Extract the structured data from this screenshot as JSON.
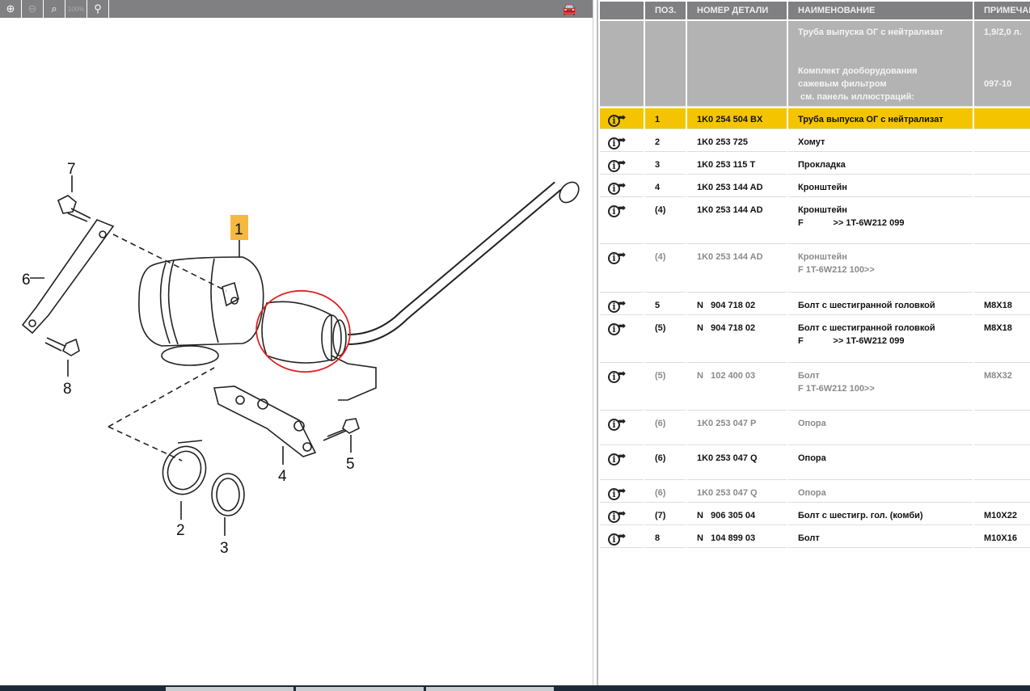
{
  "toolbar": {
    "buttons": [
      {
        "name": "zoom-in-icon",
        "glyph": "⊕",
        "enabled": true
      },
      {
        "name": "zoom-out-icon",
        "glyph": "⊖",
        "enabled": false
      },
      {
        "name": "zoom-area-icon",
        "glyph": "⌕",
        "enabled": true
      },
      {
        "name": "zoom-100-icon",
        "glyph": "100%",
        "enabled": false
      },
      {
        "name": "search-icon",
        "glyph": "⚲",
        "enabled": true
      }
    ],
    "car_icon": "car-icon"
  },
  "diagram": {
    "callouts": [
      "1",
      "2",
      "3",
      "4",
      "5",
      "6",
      "7",
      "8"
    ],
    "highlight_color": "#f5b942",
    "annotation_color": "#e02020"
  },
  "table": {
    "headers": [
      "",
      "ПОЗ.",
      "НОМЕР ДЕТАЛИ",
      "НАИМЕНОВАНИЕ",
      "ПРИМЕЧАН"
    ],
    "group": {
      "name1": "Труба выпуска ОГ с нейтрализат",
      "note1": "1,9/2,0 л.",
      "name2": "Комплект дооборудования",
      "name3": "сажевым фильтром",
      "name4": " см. панель иллюстраций:",
      "note2": "097-10"
    },
    "rows": [
      {
        "pos": "1",
        "part": "1K0 254 504 BX",
        "name": "Труба выпуска ОГ с нейтрализат",
        "sub": "",
        "note": "",
        "style": "sel"
      },
      {
        "pos": "2",
        "part": "1K0 253 725",
        "name": "Хомут",
        "sub": "",
        "note": "",
        "style": ""
      },
      {
        "pos": "3",
        "part": "1K0 253 115 T",
        "name": "Прокладка",
        "sub": "",
        "note": "",
        "style": ""
      },
      {
        "pos": "4",
        "part": "1K0 253 144 AD",
        "name": "Кронштейн",
        "sub": "",
        "note": "",
        "style": ""
      },
      {
        "pos": "(4)",
        "part": "1K0 253 144 AD",
        "name": "Кронштейн",
        "sub": "F            >> 1T-6W212 099",
        "note": "",
        "style": ""
      },
      {
        "pos": "(4)",
        "part": "1K0 253 144 AD",
        "name": "Кронштейн",
        "sub": "F 1T-6W212 100>>",
        "note": "",
        "style": "grey"
      },
      {
        "pos": "5",
        "part": "N   904 718 02",
        "name": "Болт с шестигранной головкой",
        "sub": "",
        "note": "M8X18",
        "style": ""
      },
      {
        "pos": "(5)",
        "part": "N   904 718 02",
        "name": "Болт с шестигранной головкой",
        "sub": "F            >> 1T-6W212 099",
        "note": "M8X18",
        "style": ""
      },
      {
        "pos": "(5)",
        "part": "N   102 400 03",
        "name": "Болт",
        "sub": "F 1T-6W212 100>>",
        "note": "M8X32",
        "style": "grey"
      },
      {
        "pos": "(6)",
        "part": "1K0 253 047 P",
        "name": "Опора",
        "sub": "",
        "note": "",
        "style": "grey"
      },
      {
        "pos": "(6)",
        "part": "1K0 253 047 Q",
        "name": "Опора",
        "sub": "",
        "note": "",
        "style": ""
      },
      {
        "pos": "(6)",
        "part": "1K0 253 047 Q",
        "name": "Опора",
        "sub": "",
        "note": "",
        "style": "grey"
      },
      {
        "pos": "(7)",
        "part": "N   906 305 04",
        "name": "Болт с шестигр. гол. (комби)",
        "sub": "",
        "note": "M10X22",
        "style": ""
      },
      {
        "pos": "8",
        "part": "N   104 899 03",
        "name": "Болт",
        "sub": "",
        "note": "M10X16",
        "style": ""
      }
    ]
  }
}
